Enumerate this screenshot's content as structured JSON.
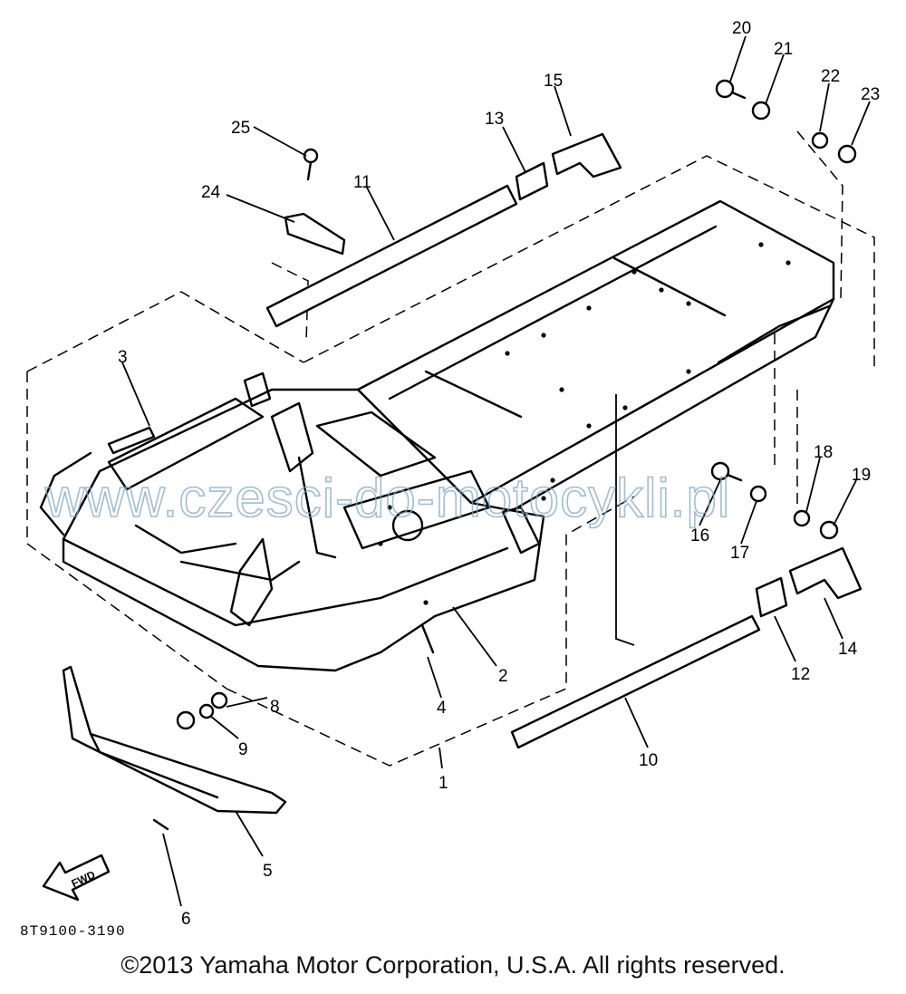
{
  "diagram": {
    "callouts": [
      "1",
      "2",
      "3",
      "4",
      "5",
      "6",
      "6",
      "8",
      "9",
      "10",
      "11",
      "12",
      "13",
      "14",
      "15",
      "16",
      "17",
      "18",
      "19",
      "20",
      "21",
      "22",
      "23",
      "24",
      "25"
    ],
    "fwd_label": "FWD",
    "part_code": "8T9100-3190",
    "watermark": "www.czesci-do-motocykli.pl"
  },
  "footer": {
    "copyright": "©2013 Yamaha Motor Corporation, U.S.A. All rights reserved."
  }
}
